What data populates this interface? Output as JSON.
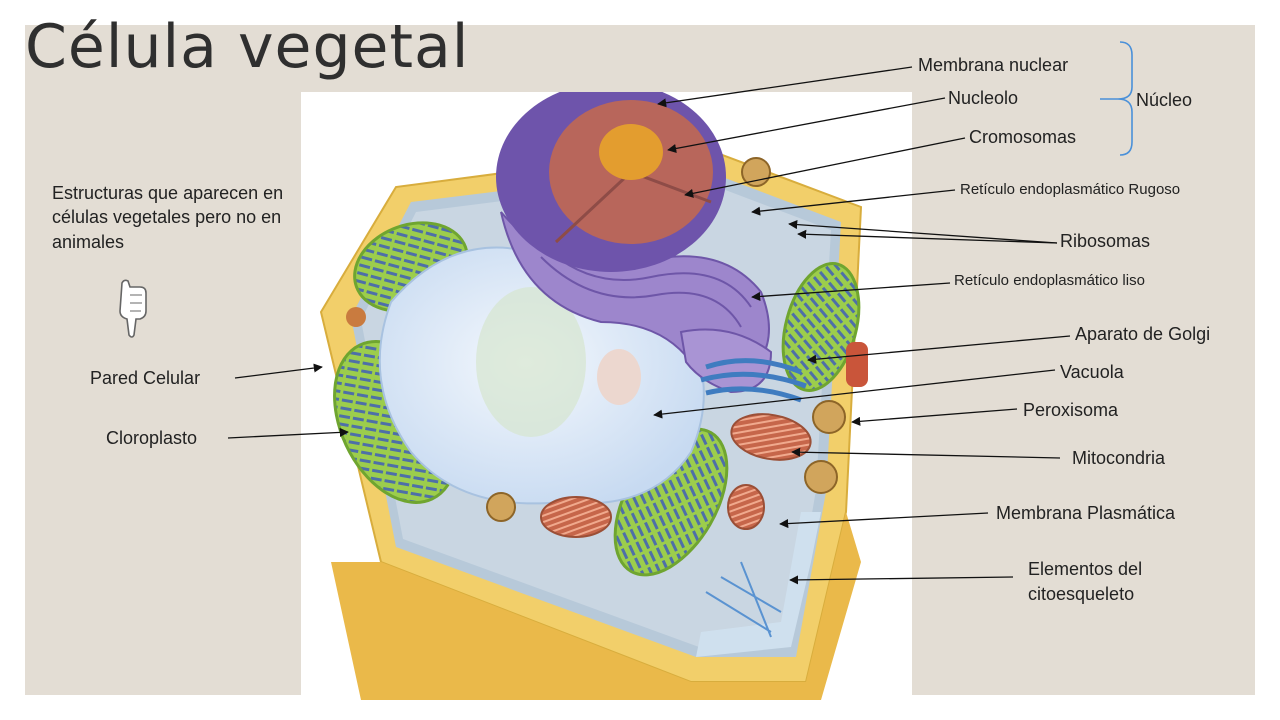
{
  "slide": {
    "title": "Célula vegetal",
    "note": "Estructuras que aparecen en células vegetales pero no en animales"
  },
  "labels": {
    "membrana_nuclear": "Membrana nuclear",
    "nucleolo": "Nucleolo",
    "cromosomas": "Cromosomas",
    "nucleo": "Núcleo",
    "reticulo_rugoso": "Retículo endoplasmático Rugoso",
    "ribosomas": "Ribosomas",
    "reticulo_liso": "Retículo endoplasmático liso",
    "golgi": "Aparato de Golgi",
    "vacuola": "Vacuola",
    "peroxisoma": "Peroxisoma",
    "mitocondria": "Mitocondria",
    "membrana_plasmatica": "Membrana Plasmática",
    "citoesqueleto_1": "Elementos del",
    "citoesqueleto_2": "citoesqueleto",
    "pared_celular": "Pared Celular",
    "cloroplasto": "Cloroplasto"
  },
  "colors": {
    "background": "#e3ddd4",
    "cell_wall": "#f2cf6a",
    "chloroplast": "#8cc63f",
    "vacuole": "#dde9f7",
    "nucleus": "#7b5fb0",
    "nucleolus": "#d9891e",
    "bracket": "#4a90d9"
  },
  "icons": {
    "pointer": "pointing-hand-icon"
  }
}
